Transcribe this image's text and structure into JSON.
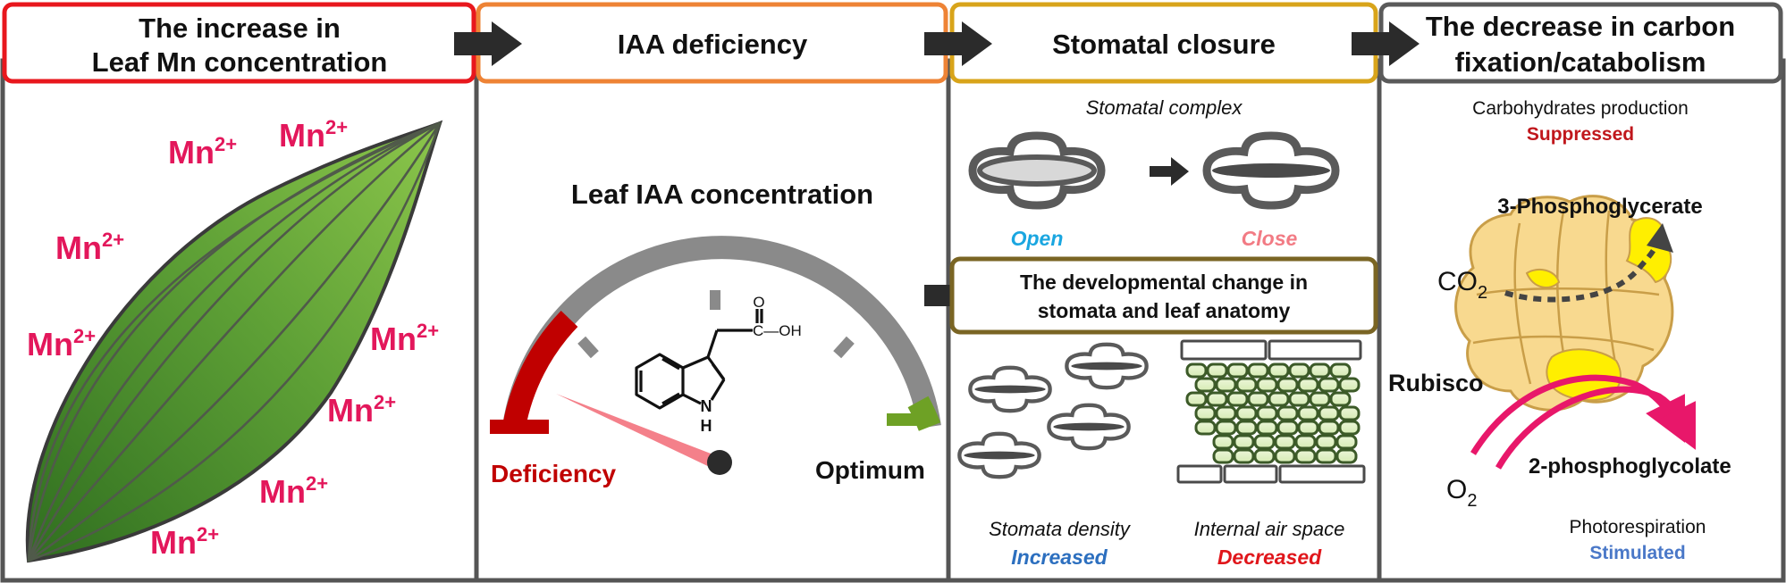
{
  "panels": [
    {
      "title_line1": "The increase in",
      "title_line2": "Leaf Mn concentration",
      "border": "#e8171d"
    },
    {
      "title_line1": "IAA deficiency",
      "border": "#ee8335"
    },
    {
      "title_line1": "Stomatal closure",
      "border": "#d8a41a"
    },
    {
      "title_line1": "The decrease in carbon",
      "title_line2": "fixation/catabolism",
      "border": "#5a5a5a"
    }
  ],
  "ion": {
    "base": "Mn",
    "charge": "2+"
  },
  "gauge": {
    "title": "Leaf IAA concentration",
    "low_label": "Deficiency",
    "high_label": "Optimum",
    "molecule": {
      "carbonyl": "O",
      "acid_group": "C—OH",
      "nitrogen": "N",
      "hydrogen": "H"
    },
    "colors": {
      "low": "#c00000",
      "high": "#6ea125",
      "track": "#8a8a8a",
      "needle": "#f4808a"
    }
  },
  "stomata": {
    "complex_label": "Stomatal complex",
    "open_label": "Open",
    "close_label": "Close",
    "open_color": "#1aa6e0",
    "close_color": "#f27b84",
    "development_line1": "The developmental change in",
    "development_line2": "stomata and leaf anatomy",
    "density_label": "Stomata density",
    "density_value": "Increased",
    "density_color": "#2c6fbf",
    "airspace_label": "Internal air space",
    "airspace_value": "Decreased",
    "airspace_color": "#e0161b"
  },
  "carbon": {
    "carbohydrates_label": "Carbohydrates production",
    "carbohydrates_value": "Suppressed",
    "carbohydrates_color": "#c0171c",
    "product1": "3-Phosphoglycerate",
    "co2_base": "CO",
    "co2_sub": "2",
    "enzyme": "Rubisco",
    "product2": "2-phosphoglycolate",
    "o2_base": "O",
    "o2_sub": "2",
    "photorespiration_label": "Photorespiration",
    "photorespiration_value": "Stimulated",
    "photorespiration_color": "#4a78c8"
  }
}
